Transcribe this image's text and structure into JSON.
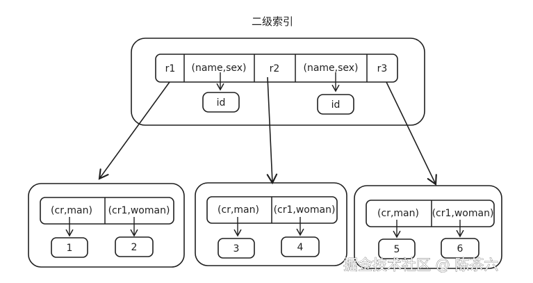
{
  "title": "二级索引",
  "root": {
    "cells": [
      "r1",
      "(name,sex)",
      "r2",
      "(name,sex)",
      "r3"
    ],
    "values": [
      "id",
      "id"
    ]
  },
  "leaves": [
    {
      "keys": [
        "(cr,man)",
        "(cr1,woman)"
      ],
      "ids": [
        "1",
        "2"
      ]
    },
    {
      "keys": [
        "(cr,man)",
        "(cr1,woman)"
      ],
      "ids": [
        "3",
        "4"
      ]
    },
    {
      "keys": [
        "(cr,man)",
        "(cr1,woman)"
      ],
      "ids": [
        "5",
        "6"
      ]
    }
  ],
  "watermark": "掘金技术社区 @ 陈苶六",
  "colors": {
    "stroke": "#1e1e1e",
    "background": "#ffffff"
  }
}
